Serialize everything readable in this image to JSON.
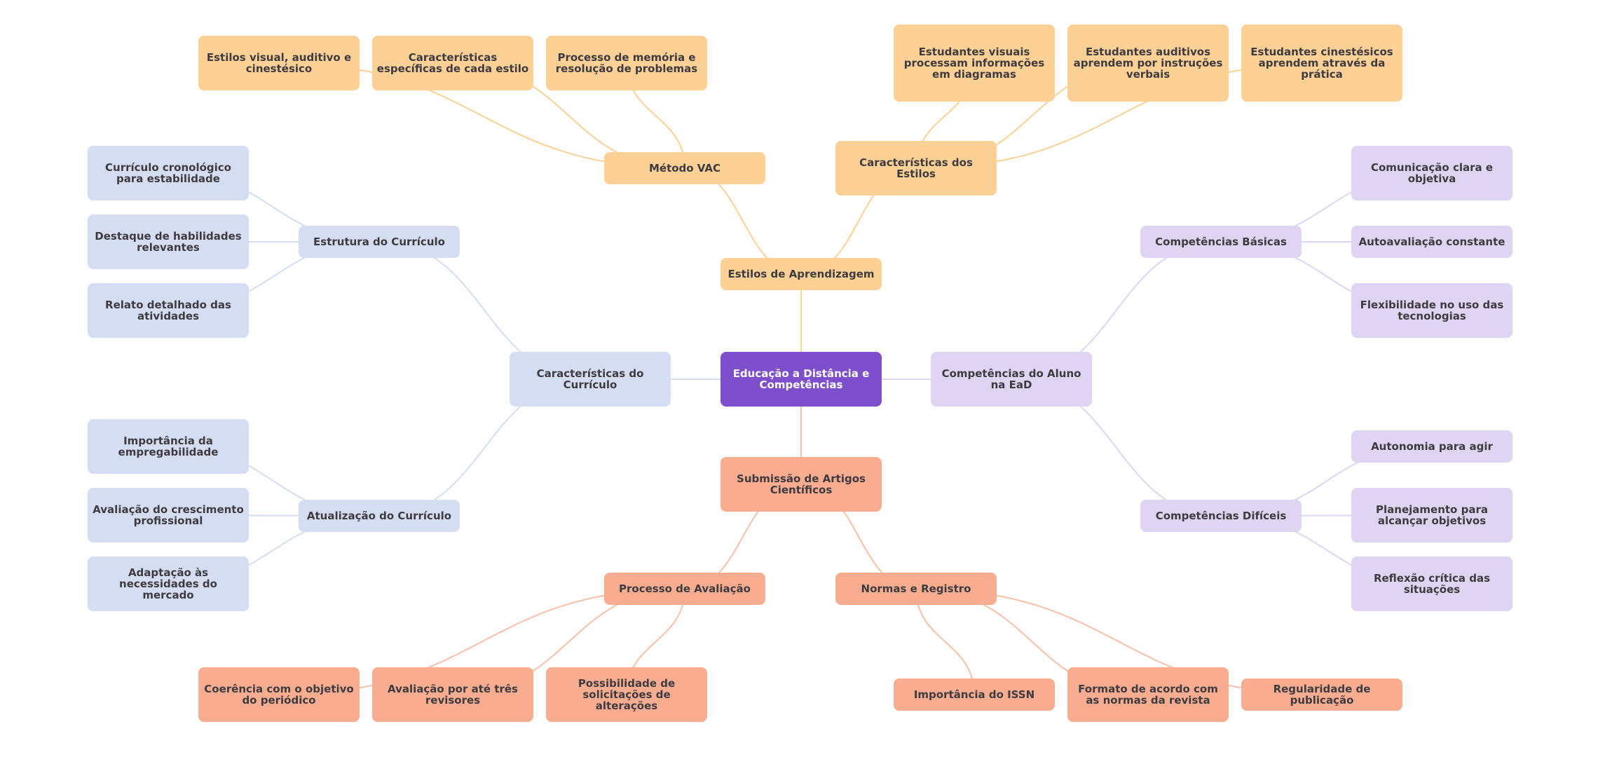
{
  "mindmap": {
    "root": {
      "id": "root",
      "label": "Educação a Distância e Competências"
    },
    "branches": [
      {
        "id": "estilos",
        "label": "Estilos de Aprendizagem",
        "color": "#fdd095",
        "edge_color": "#fdd095",
        "children": [
          {
            "id": "metodo-vac",
            "label": "Método VAC",
            "children": [
              {
                "id": "estilos-vac",
                "label": "Estilos visual, auditivo e cinestésico"
              },
              {
                "id": "caracteristicas-especificas",
                "label": "Características específicas de cada estilo"
              },
              {
                "id": "processo-memoria",
                "label": "Processo de memória e resolução de problemas"
              }
            ]
          },
          {
            "id": "caracteristicas-estilos",
            "label": "Características dos Estilos",
            "children": [
              {
                "id": "estudantes-visuais",
                "label": "Estudantes visuais processam informações em diagramas"
              },
              {
                "id": "estudantes-auditivos",
                "label": "Estudantes auditivos aprendem por instruções verbais"
              },
              {
                "id": "estudantes-cinestesicos",
                "label": "Estudantes cinestésicos aprendem através da prática"
              }
            ]
          }
        ]
      },
      {
        "id": "curriculo",
        "label": "Características do Currículo",
        "color": "#d5ddf2",
        "edge_color": "#d5ddf2",
        "children": [
          {
            "id": "estrutura-curriculo",
            "label": "Estrutura do Currículo",
            "children": [
              {
                "id": "curriculo-cronologico",
                "label": "Currículo cronológico para estabilidade"
              },
              {
                "id": "destaque-habilidades",
                "label": "Destaque de habilidades relevantes"
              },
              {
                "id": "relato-detalhado",
                "label": "Relato detalhado das atividades"
              }
            ]
          },
          {
            "id": "atualizacao-curriculo",
            "label": "Atualização do Currículo",
            "children": [
              {
                "id": "importancia-empregabilidade",
                "label": "Importância da empregabilidade"
              },
              {
                "id": "avaliacao-crescimento",
                "label": "Avaliação do crescimento profissional"
              },
              {
                "id": "adaptacao-mercado",
                "label": "Adaptação às necessidades do mercado"
              }
            ]
          }
        ]
      },
      {
        "id": "competencias",
        "label": "Competências do Aluno na EaD",
        "color": "#dfd4f2",
        "edge_color": "#dfd4f2",
        "children": [
          {
            "id": "competencias-basicas",
            "label": "Competências Básicas",
            "children": [
              {
                "id": "comunicacao",
                "label": "Comunicação clara e objetiva"
              },
              {
                "id": "autoavaliacao",
                "label": "Autoavaliação constante"
              },
              {
                "id": "flexibilidade",
                "label": "Flexibilidade no uso das tecnologias"
              }
            ]
          },
          {
            "id": "competencias-dificeis",
            "label": "Competências Difíceis",
            "children": [
              {
                "id": "autonomia",
                "label": "Autonomia para agir"
              },
              {
                "id": "planejamento",
                "label": "Planejamento para alcançar objetivos"
              },
              {
                "id": "reflexao",
                "label": "Reflexão crítica das situações"
              }
            ]
          }
        ]
      },
      {
        "id": "submissao",
        "label": "Submissão de Artigos Científicos",
        "color": "#f9ad90",
        "edge_color": "#f9bfa6",
        "children": [
          {
            "id": "processo-avaliacao",
            "label": "Processo de Avaliação",
            "children": [
              {
                "id": "coerencia",
                "label": "Coerência com o objetivo do periódico"
              },
              {
                "id": "avaliacao-revisores",
                "label": "Avaliação por até três revisores"
              },
              {
                "id": "possibilidade-alteracoes",
                "label": "Possibilidade de solicitações de alterações"
              }
            ]
          },
          {
            "id": "normas-registro",
            "label": "Normas e Registro",
            "children": [
              {
                "id": "issn",
                "label": "Importância do ISSN"
              },
              {
                "id": "formato",
                "label": "Formato de acordo com as normas da revista"
              },
              {
                "id": "regularidade",
                "label": "Regularidade de publicação"
              }
            ]
          }
        ]
      }
    ]
  },
  "colors": {
    "root": "#7e4fcc",
    "root_text": "#ffffff",
    "node_text": "#3d3b40"
  }
}
